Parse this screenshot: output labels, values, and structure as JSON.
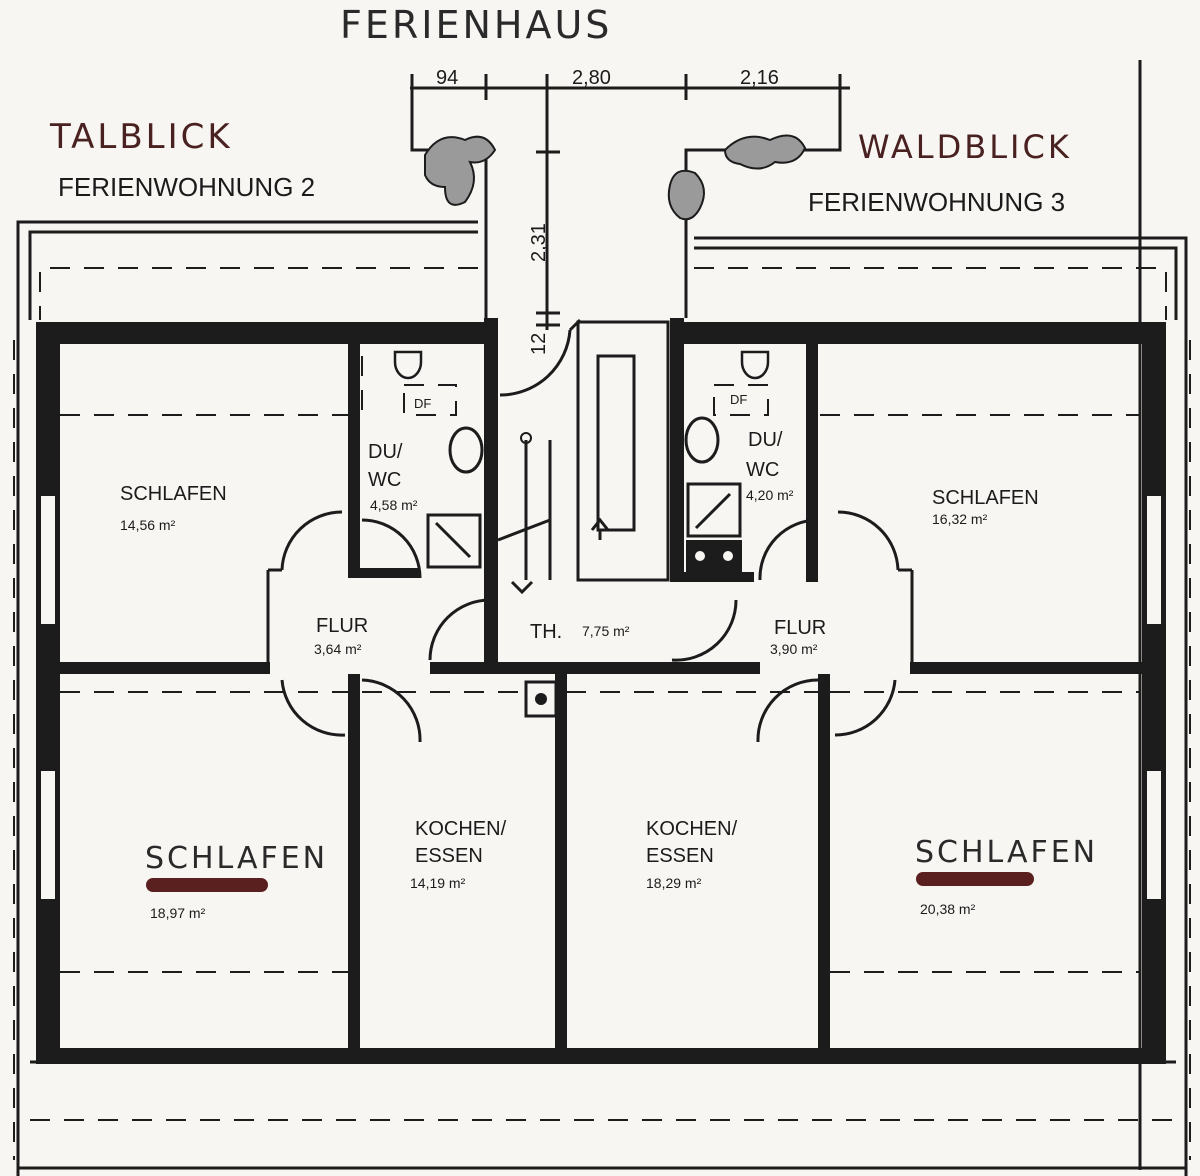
{
  "header": {
    "title": "FERIENHAUS"
  },
  "apartments": {
    "left": {
      "name": "TALBLICK",
      "unit": "FERIENWOHNUNG 2"
    },
    "right": {
      "name": "WALDBLICK",
      "unit": "FERIENWOHNUNG 3"
    }
  },
  "dimensions": {
    "d1": "94",
    "d2": "2,80",
    "d3": "2,16",
    "d4": "2,31",
    "d5": "12"
  },
  "rooms": {
    "schlafen_tl": {
      "name": "SCHLAFEN",
      "area": "14,56 m²"
    },
    "bath_l": {
      "name1": "DU/",
      "name2": "WC",
      "area": "4,58 m²",
      "df": "DF"
    },
    "bath_r": {
      "name1": "DU/",
      "name2": "WC",
      "area": "4,20 m²",
      "df": "DF"
    },
    "schlafen_tr": {
      "name": "SCHLAFEN",
      "area": "16,32 m²"
    },
    "flur_l": {
      "name": "FLUR",
      "area": "3,64 m²"
    },
    "th": {
      "name": "TH.",
      "area": "7,75 m²"
    },
    "flur_r": {
      "name": "FLUR",
      "area": "3,90 m²"
    },
    "schlafen_bl": {
      "name": "SCHLAFEN",
      "area": "18,97 m²"
    },
    "kochen_l": {
      "name1": "KOCHEN/",
      "name2": "ESSEN",
      "area": "14,19 m²"
    },
    "kochen_r": {
      "name1": "KOCHEN/",
      "name2": "ESSEN",
      "area": "18,29 m²"
    },
    "schlafen_br": {
      "name": "SCHLAFEN",
      "area": "20,38 m²"
    }
  },
  "colors": {
    "ink": "#1c1c1c",
    "paper": "#f7f6f3",
    "strike": "#5a1f1f"
  }
}
